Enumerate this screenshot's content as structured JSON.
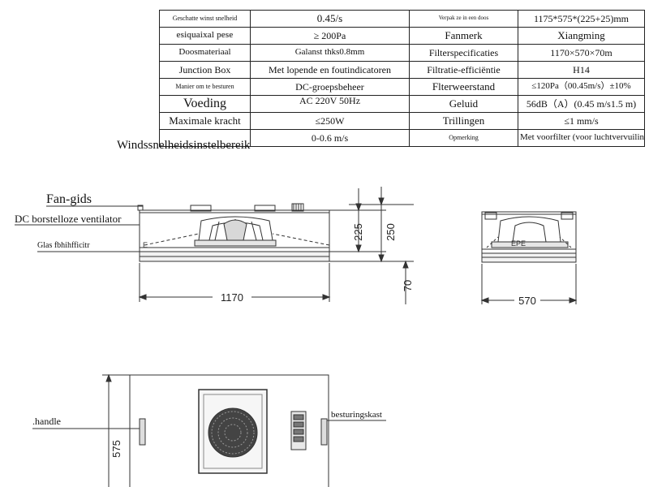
{
  "spec_table": {
    "rows": [
      {
        "l1": "Geschatte winst snelheid",
        "v1": "0.45/s",
        "l2": "Verpak ze in een doos",
        "v2": "1175*575*(225+25)mm"
      },
      {
        "l1": "esiquaixal pese",
        "v1": "≥ 200Pa",
        "l2": "Fanmerk",
        "v2": "Xiangming"
      },
      {
        "l1": "Doosmateriaal",
        "v1": "Galanst thks0.8mm",
        "l2": "Filterspecificaties",
        "v2": "1170×570×70m"
      },
      {
        "l1": "Junction Box",
        "v1": "Met lopende en foutindicatoren",
        "l2": "Filtratie-efficiëntie",
        "v2": "H14"
      },
      {
        "l1": "Manier om te besturen",
        "v1": "DC-groepsbeheer",
        "l2": "Flterweerstand",
        "v2": "≤120Pa（00.45m/s）±10%"
      },
      {
        "l1": "Voeding",
        "v1": "AC 220V 50Hz",
        "l2": "Geluid",
        "v2": "56dB（A）(0.45 m/s1.5 m)"
      },
      {
        "l1": "Maximale kracht",
        "v1": "≤250W",
        "l2": "Trillingen",
        "v2": "≤1 mm/s"
      },
      {
        "l1": "Windssnelheidsinstelbereik",
        "v1": "0-0.6 m/s",
        "l2": "Opmerking",
        "v2": "Met voorfilter (voor luchtvervuiling)"
      }
    ]
  },
  "labels": {
    "fan_guide": "Fan-gids",
    "dc_fan": "DC borstelloze ventilator",
    "glass_fiber": "Glas fbhihfficitr",
    "handle": ".handle",
    "control_box": "besturingskast",
    "epe": "EPE",
    "e_mark": "E"
  },
  "dimensions": {
    "width_front": "1170",
    "height_body": "225",
    "height_total": "250",
    "height_filter": "70",
    "width_side": "570",
    "depth_top": "575"
  }
}
